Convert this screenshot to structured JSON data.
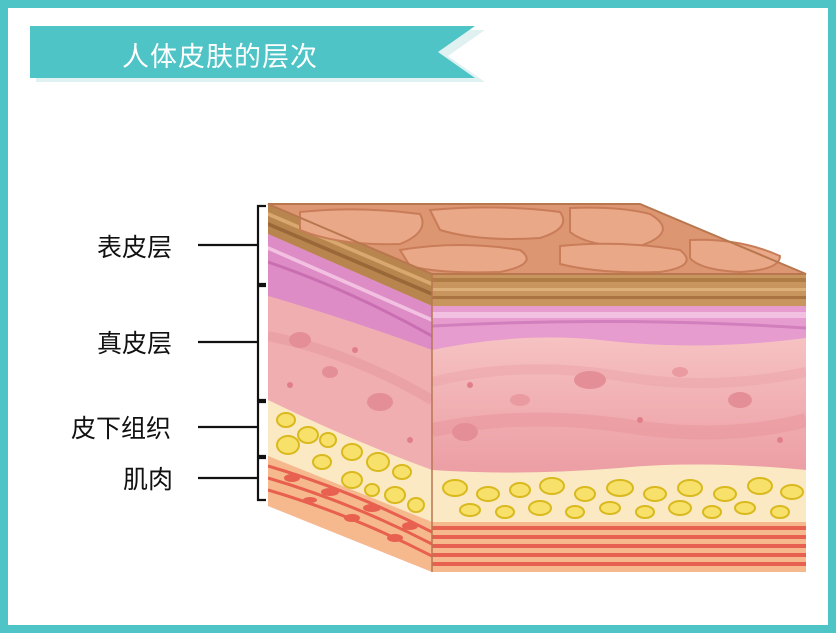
{
  "banner": {
    "title": "人体皮肤的层次",
    "color": "#4fc4c6"
  },
  "frame": {
    "border_color": "#4fc4c6"
  },
  "layers": [
    {
      "label": "表皮层"
    },
    {
      "label": "真皮层"
    },
    {
      "label": "皮下组织"
    },
    {
      "label": "肌肉"
    }
  ]
}
